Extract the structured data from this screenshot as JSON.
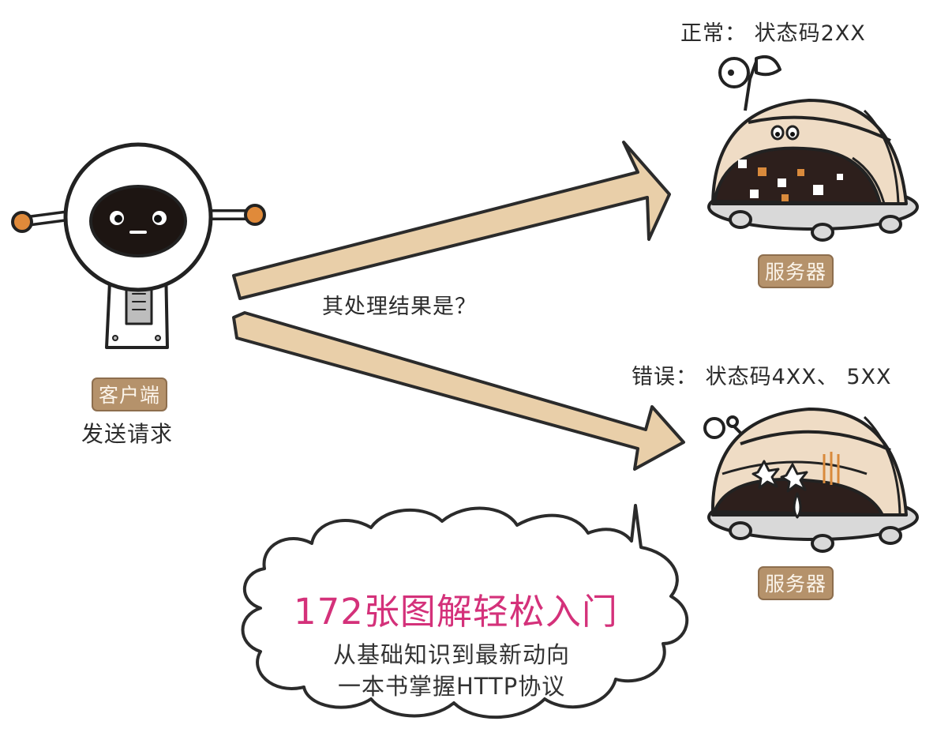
{
  "client": {
    "tag": "客户端",
    "caption": "发送请求"
  },
  "question": "其处理结果是？",
  "server_ok": {
    "status_label": "正常：  状态码2XX",
    "tag": "服务器"
  },
  "server_error": {
    "status_label": "错误：  状态码4XX、 5XX",
    "tag": "服务器"
  },
  "cloud": {
    "title": "172张图解轻松入门",
    "line1": "从基础知识到最新动向",
    "line2": "一本书掌握HTTP协议"
  },
  "colors": {
    "arrow_fill": "#e9cfa9",
    "tag_bg": "#b5926b",
    "dome": "#efdcc5",
    "dark": "#2d1f1c",
    "accent_orange": "#d98a3c",
    "cloud_title": "#d4317a"
  }
}
